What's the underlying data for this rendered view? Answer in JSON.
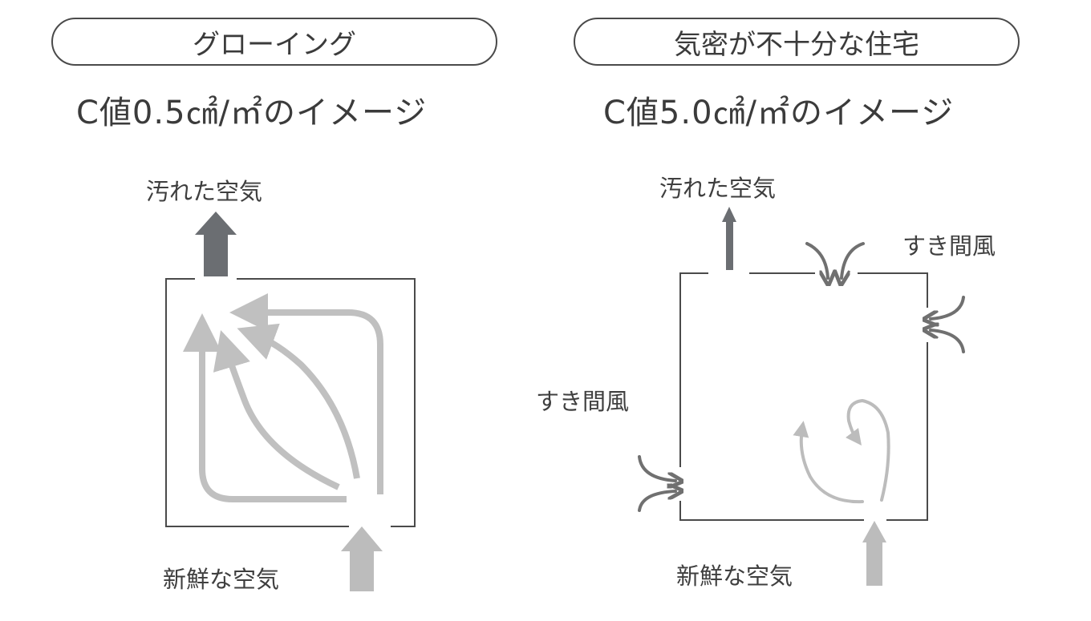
{
  "left_panel": {
    "header": "グローイング",
    "subtitle": "C値0.5㎠/㎡のイメージ",
    "exhaust_label": "汚れた空気",
    "intake_label": "新鮮な空気"
  },
  "right_panel": {
    "header": "気密が不十分な住宅",
    "subtitle": "C値5.0㎠/㎡のイメージ",
    "exhaust_label": "汚れた空気",
    "intake_label": "新鮮な空気",
    "draft_label_top": "すき間風",
    "draft_label_left": "すき間風"
  },
  "colors": {
    "outline": "#4a4a4a",
    "exhaust_arrow": "#6b6e72",
    "intake_arrow": "#bcbcbc",
    "airflow": "#c0c0c0",
    "draft_arrow": "#707070"
  }
}
